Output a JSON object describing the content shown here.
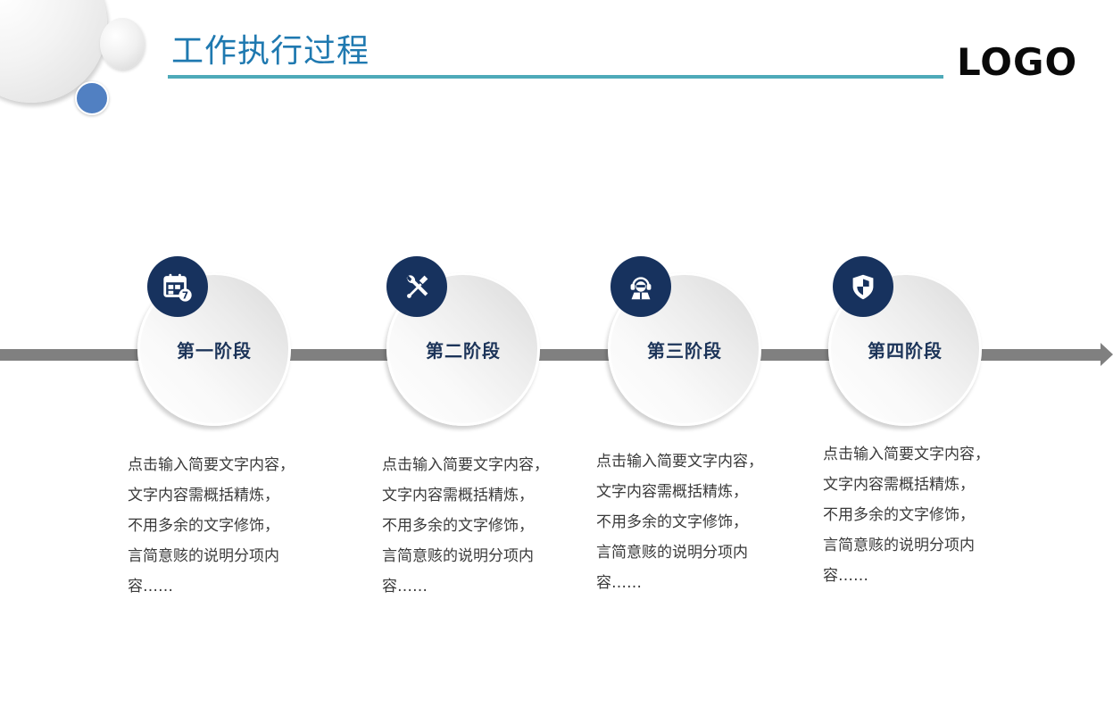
{
  "header": {
    "title": "工作执行过程",
    "logo": "LOGO"
  },
  "colors": {
    "title": "#1f79b0",
    "title_underline": "#4eaab9",
    "badge": "#17325e",
    "stage_label": "#1c3459",
    "arrow": "#808080",
    "accent_dot": "#5180c2"
  },
  "stages": [
    {
      "label": "第一阶段",
      "icon": "calendar-icon",
      "description": [
        "点击输入简要文字内容，",
        "文字内容需概括精炼，",
        "不用多余的文字修饰，",
        "言简意赅的说明分项内",
        "容……"
      ]
    },
    {
      "label": "第二阶段",
      "icon": "tools-icon",
      "description": [
        "点击输入简要文字内容，",
        "文字内容需概括精炼，",
        "不用多余的文字修饰，",
        "言简意赅的说明分项内",
        "容……"
      ]
    },
    {
      "label": "第三阶段",
      "icon": "customer-service-icon",
      "description": [
        "点击输入简要文字内容，",
        "文字内容需概括精炼，",
        "不用多余的文字修饰，",
        "言简意赅的说明分项内",
        "容……"
      ]
    },
    {
      "label": "第四阶段",
      "icon": "shield-icon",
      "description": [
        "点击输入简要文字内容，",
        "文字内容需概括精炼，",
        "不用多余的文字修饰，",
        "言简意赅的说明分项内",
        "容……"
      ]
    }
  ]
}
